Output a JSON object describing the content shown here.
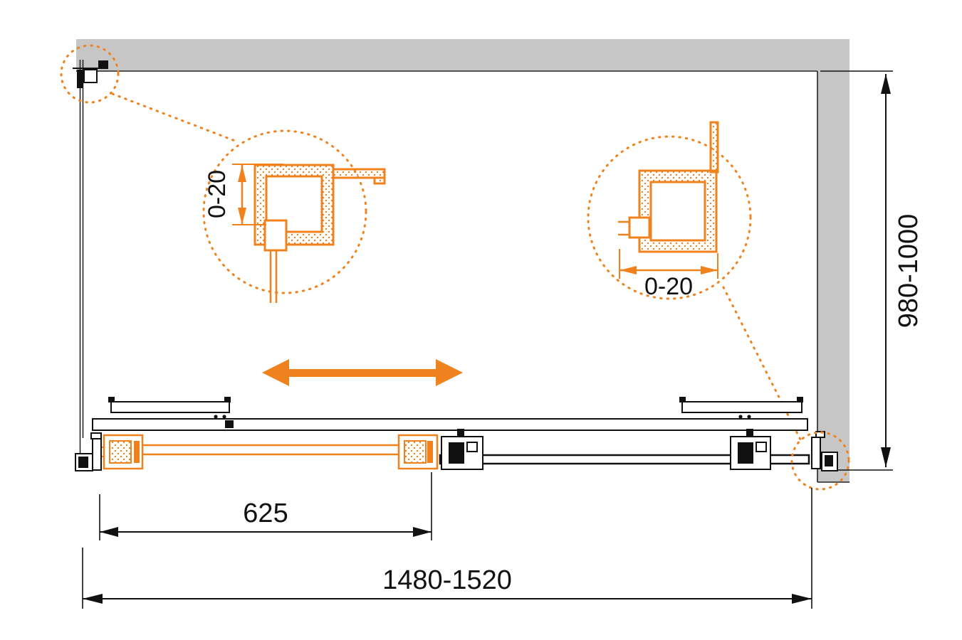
{
  "diagram": {
    "type": "technical-drawing",
    "subject": "Sliding shower screen installation drawing (top view) with profile adjustment details",
    "accent_color": "#F0821E",
    "wall_color": "#C6C6C6",
    "line_color": "#111111",
    "dimensions": {
      "overall_width": "1480-1520",
      "panel_width": "625",
      "wall_depth": "980-1000",
      "left_profile_adjust": "0-20",
      "right_profile_adjust": "0-20"
    }
  }
}
